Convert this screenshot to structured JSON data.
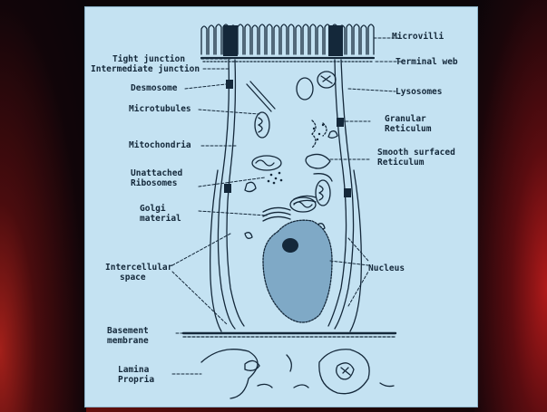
{
  "diagram": {
    "labels": {
      "microvilli": "Microvilli",
      "tight_junction": "Tight junction",
      "intermediate_junction": "Intermediate junction",
      "terminal_web": "Terminal web",
      "desmosome": "Desmosome",
      "lysosomes": "Lysosomes",
      "microtubules": "Microtubules",
      "granular_reticulum_1": "Granular",
      "granular_reticulum_2": "Reticulum",
      "mitochondria": "Mitochondria",
      "smooth_reticulum_1": "Smooth surfaced",
      "smooth_reticulum_2": "Reticulum",
      "unattached_ribosomes_1": "Unattached",
      "unattached_ribosomes_2": "Ribosomes",
      "golgi_1": "Golgi",
      "golgi_2": "material",
      "nucleus": "Nucleus",
      "intercellular_1": "Intercellular",
      "intercellular_2": "space",
      "basement_1": "Basement",
      "basement_2": "membrane",
      "lamina_1": "Lamina",
      "lamina_2": "Propria"
    },
    "colors": {
      "slide_background": "#c4e2f2",
      "ink": "#14283a",
      "nucleus_fill": "#7fa9c6"
    }
  }
}
